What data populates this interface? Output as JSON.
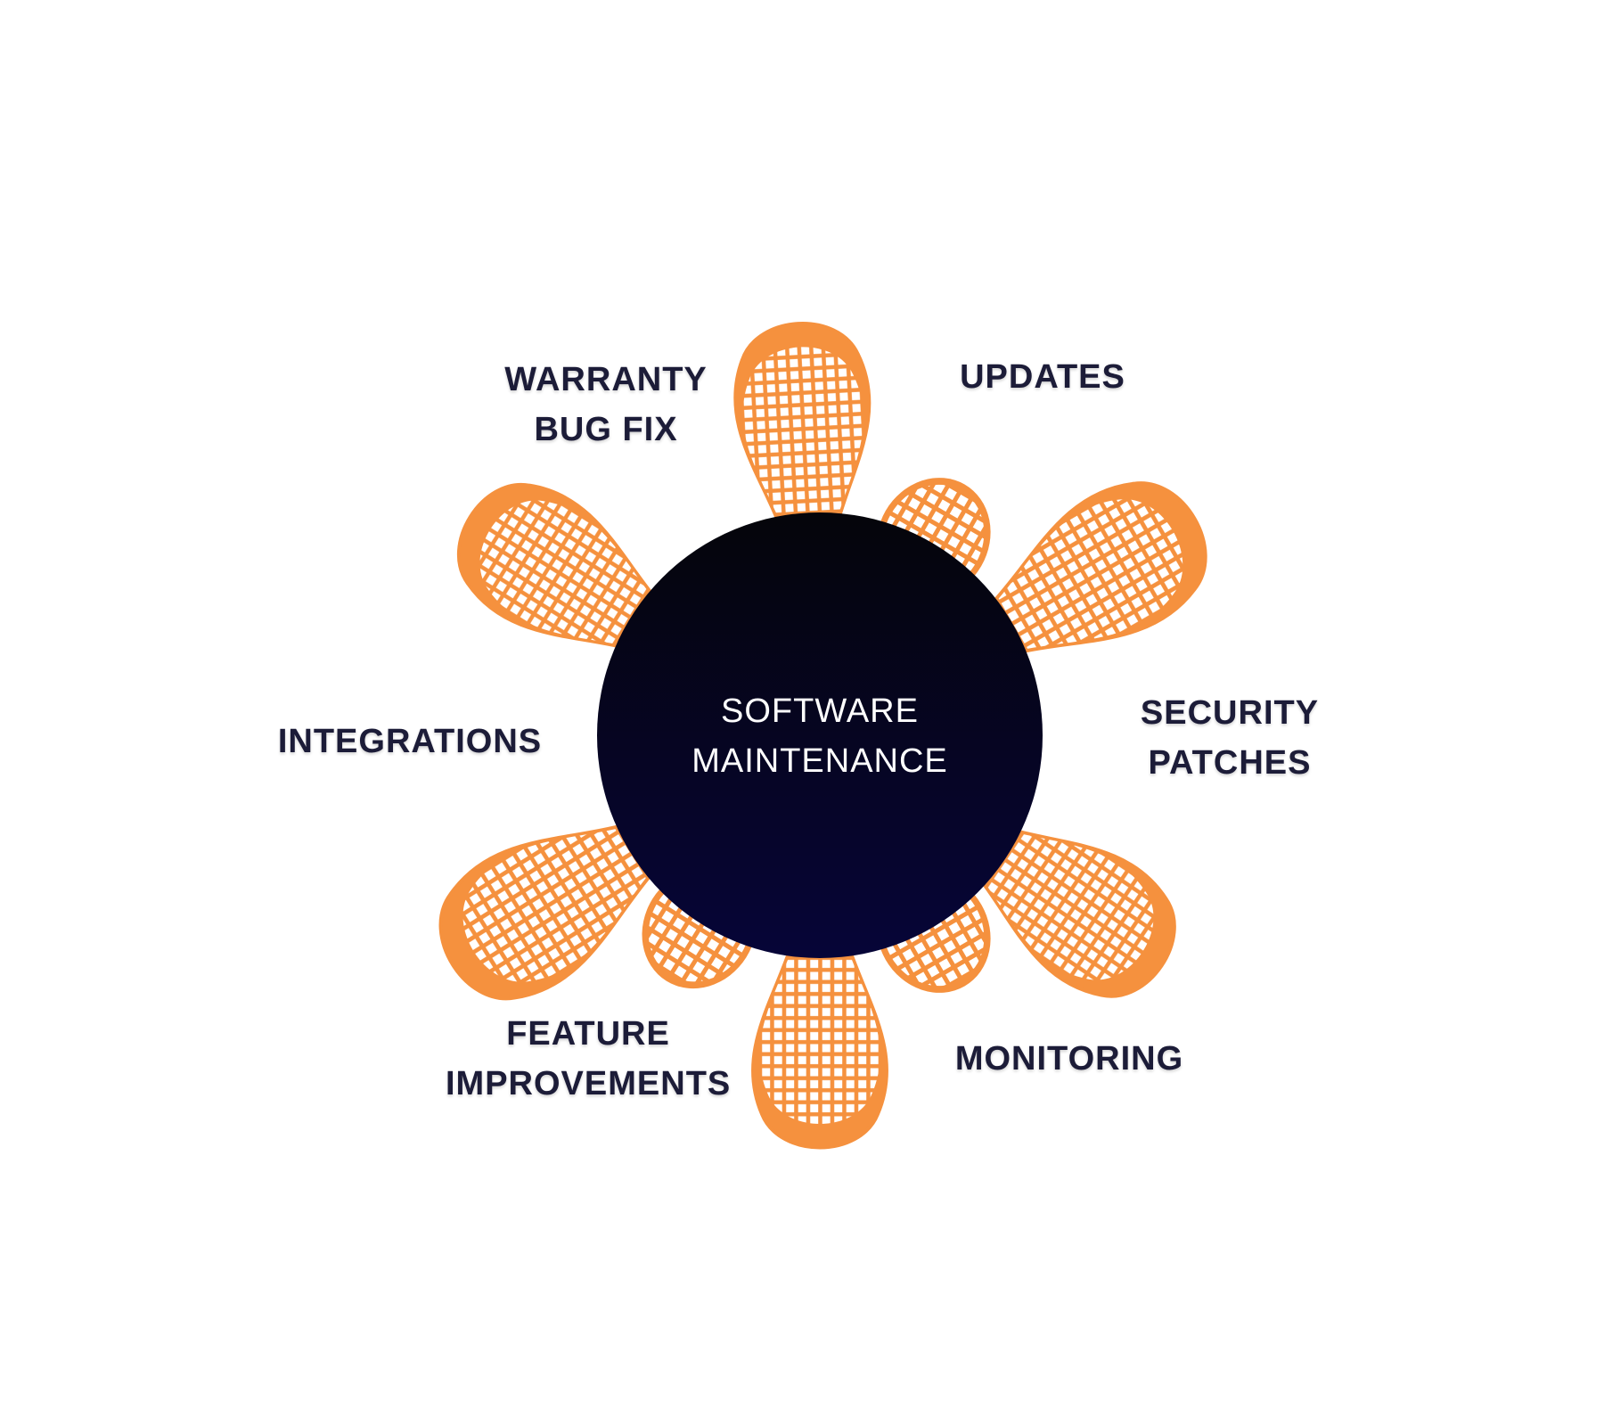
{
  "center": {
    "lines": [
      "SOFTWARE",
      "MAINTENANCE"
    ]
  },
  "labels": {
    "warranty": [
      "WARRANTY",
      "BUG FIX"
    ],
    "updates": [
      "UPDATES"
    ],
    "security": [
      "SECURITY",
      "PATCHES"
    ],
    "integrations": [
      "INTEGRATIONS"
    ],
    "feature": [
      "FEATURE",
      "IMPROVEMENTS"
    ],
    "monitoring": [
      "MONITORING"
    ]
  },
  "colors": {
    "petal": "#f5913e",
    "petal_mesh": "#ffffff",
    "circle_top": "#05050a",
    "circle_bottom": "#060538",
    "label_text": "#1c1c38",
    "center_text": "#ffffff"
  }
}
